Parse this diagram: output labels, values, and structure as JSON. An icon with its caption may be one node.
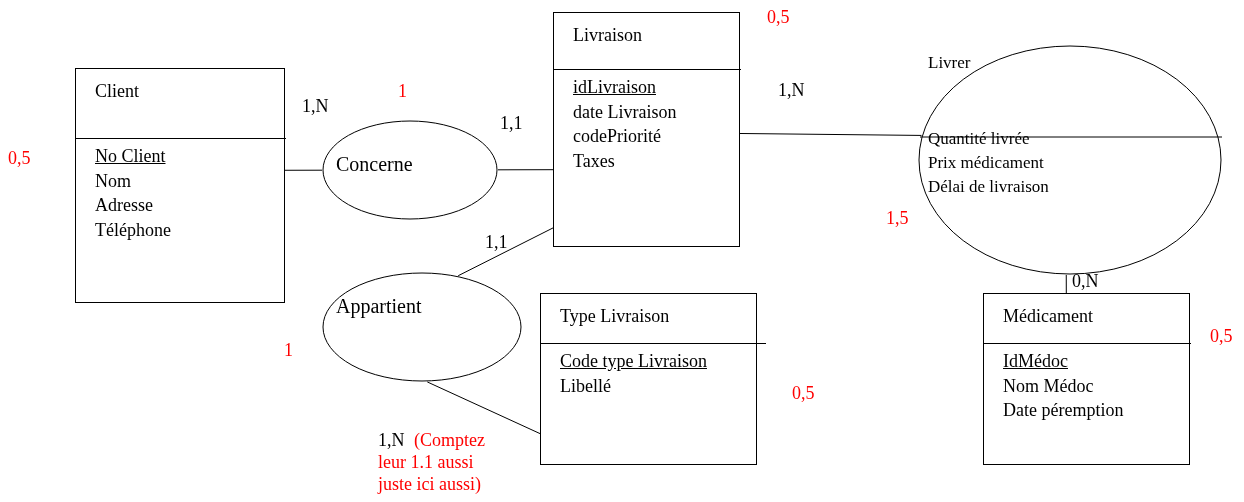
{
  "diagram": {
    "nodes": [
      {
        "text": [
          "Client",
          "No Client",
          "Nom",
          "Adresse",
          "Téléphone"
        ]
      },
      {
        "text": [
          "Concerne"
        ]
      },
      {
        "text": [
          "Livraison",
          "idLivraison",
          "date Livraison",
          "codePriorité",
          "Taxes"
        ]
      },
      {
        "text": [
          "Livrer",
          "Quantité livrée",
          "Prix médicament",
          "Délai de livraison"
        ]
      },
      {
        "text": [
          "Appartient"
        ]
      },
      {
        "text": [
          "Type Livraison",
          "Code type Livraison",
          "Libellé"
        ]
      },
      {
        "text": [
          "Médicament",
          "IdMédoc",
          "Nom Médoc",
          "Date péremption"
        ]
      }
    ],
    "edges": [
      {
        "from": 0,
        "to": 1,
        "arrow": "none",
        "label": "1,N"
      },
      {
        "from": 1,
        "to": 2,
        "arrow": "none",
        "label": "1,1"
      },
      {
        "from": 2,
        "to": 3,
        "arrow": "none",
        "label": "1,N"
      },
      {
        "from": 3,
        "to": 6,
        "arrow": "none",
        "label": "0,N"
      },
      {
        "from": 2,
        "to": 4,
        "arrow": "none",
        "label": "1,1"
      },
      {
        "from": 4,
        "to": 5,
        "arrow": "none",
        "label": "1,N"
      }
    ],
    "labels": [
      "0,5",
      "1",
      "0,5",
      "1,5",
      "0,5",
      "1",
      "0,5",
      "(Comptez leur 1.1 aussi juste ici aussi)"
    ]
  }
}
